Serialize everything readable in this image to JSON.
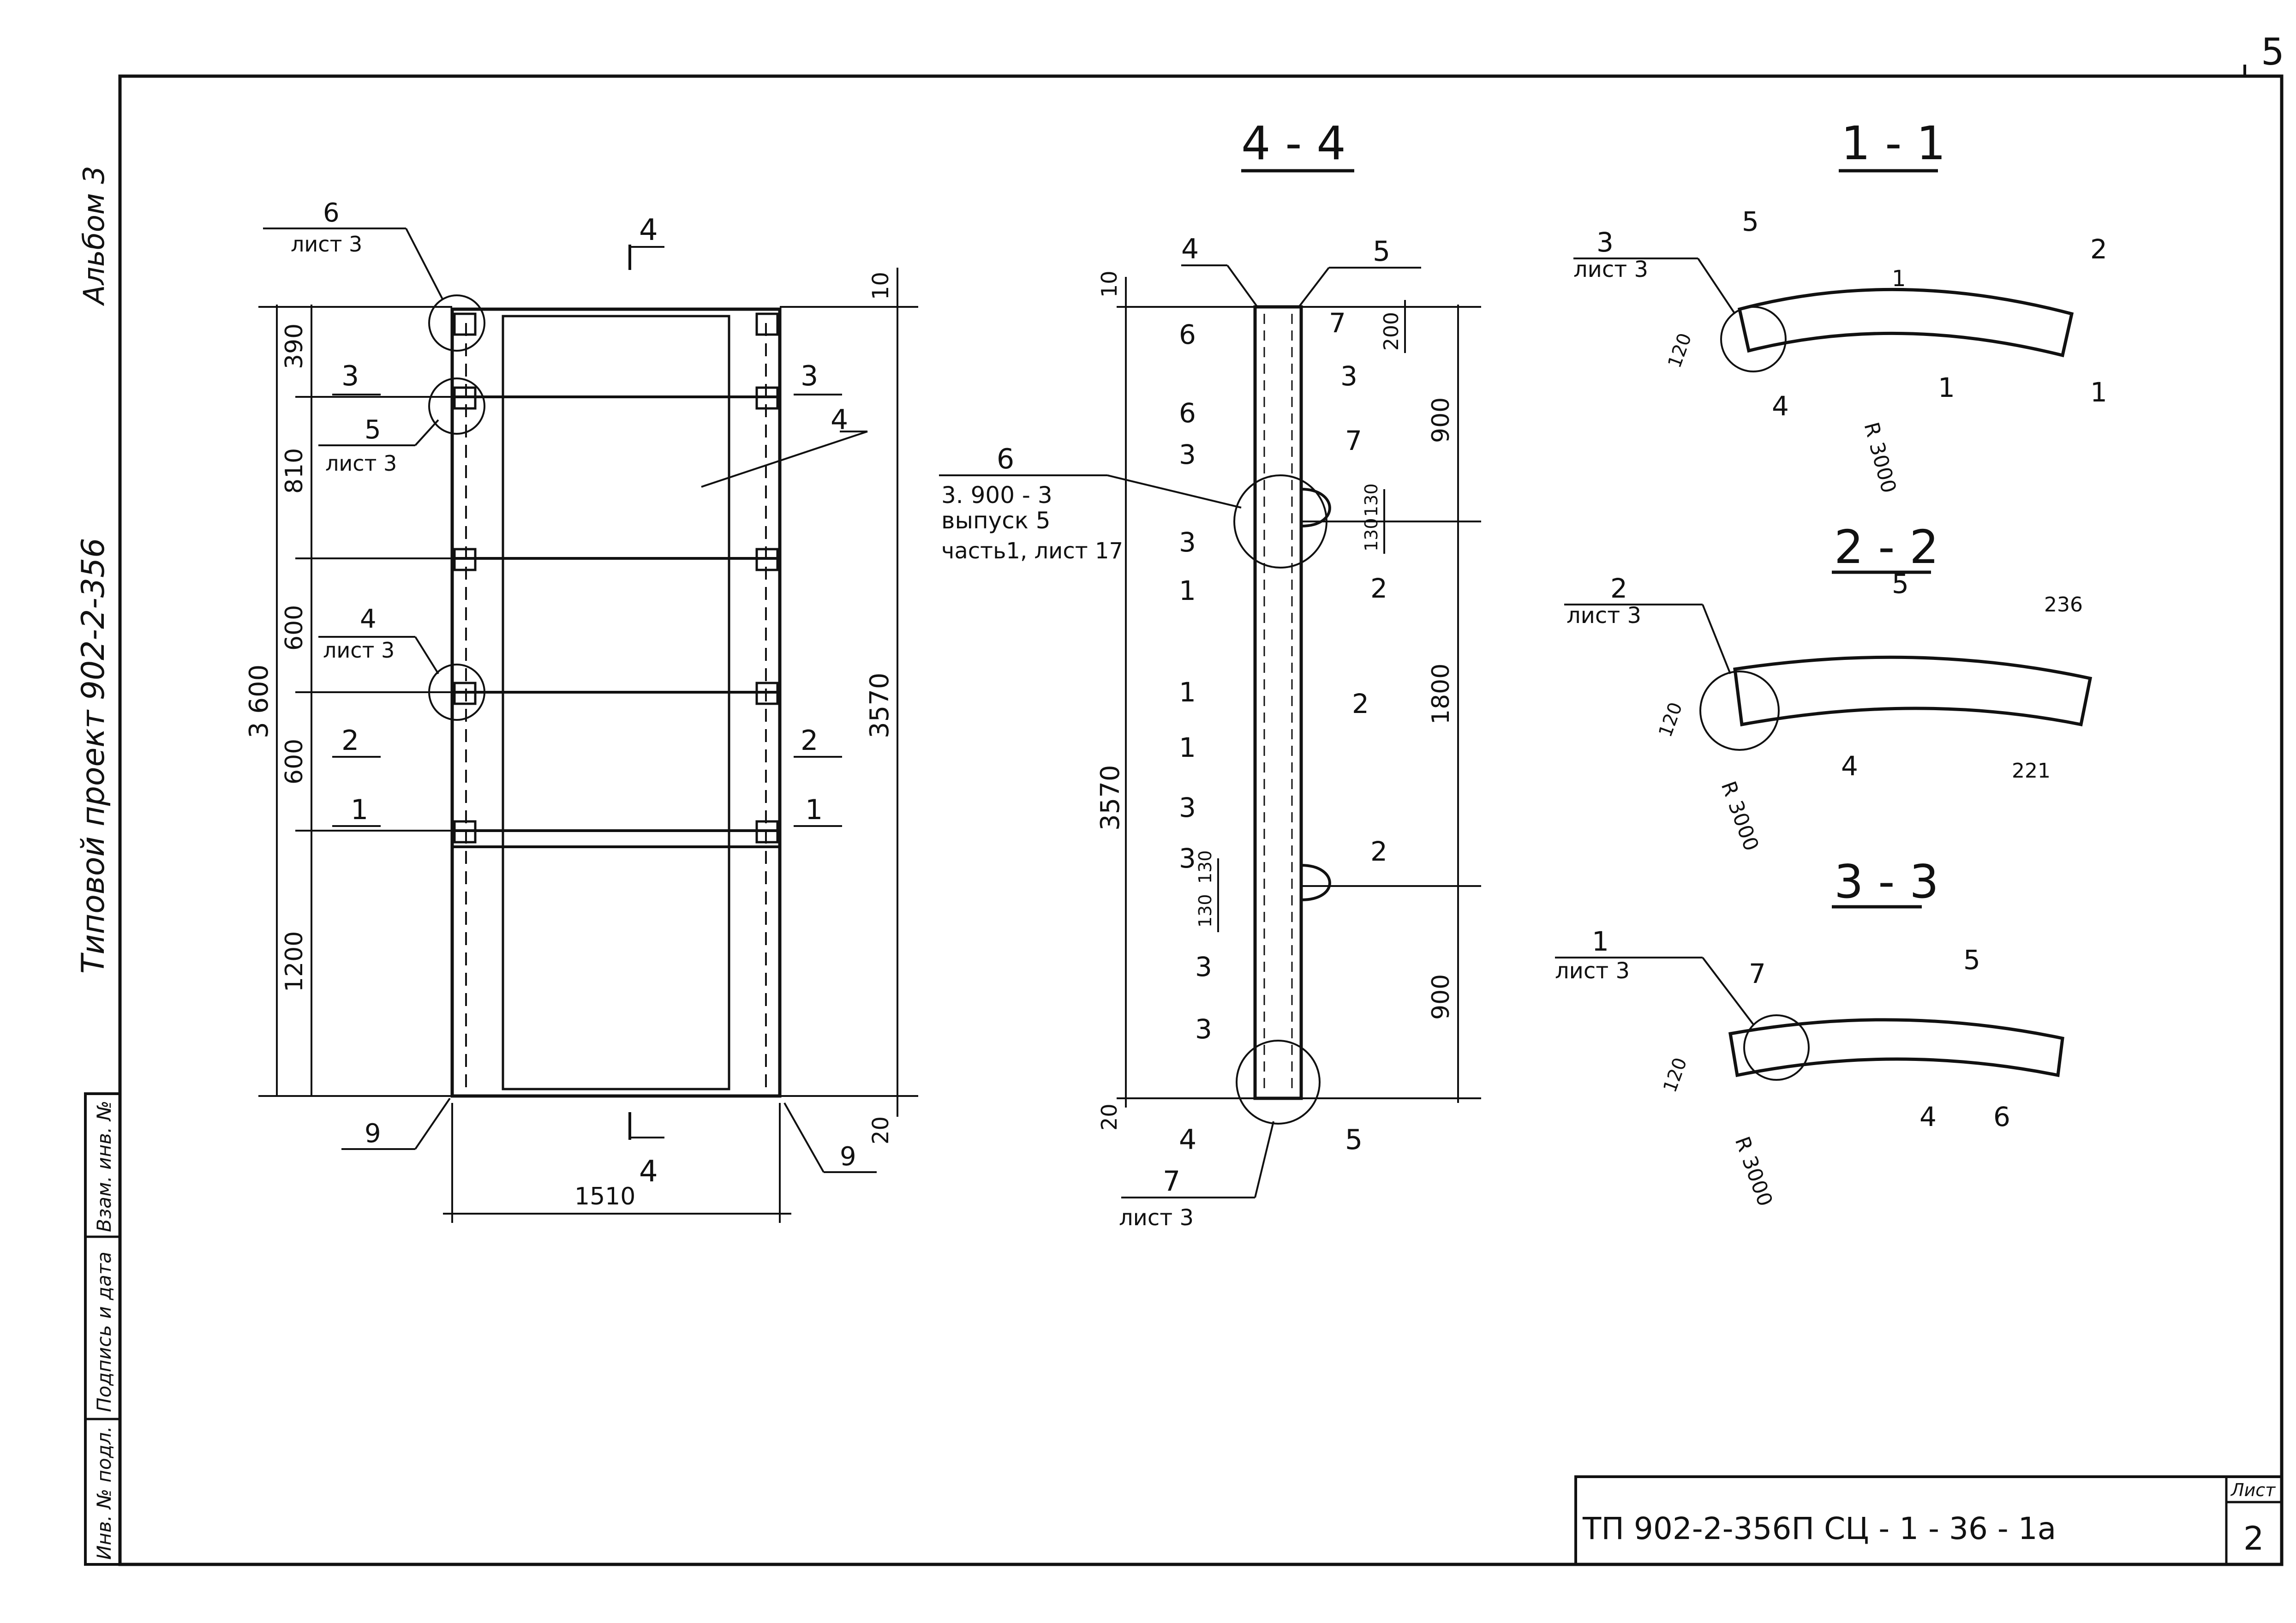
{
  "sheet": {
    "corner_page": "5",
    "side_album": "Альбом 3",
    "side_project": "Типовой проект 902-2-356",
    "stamp_code": "ТП 902-2-356П СЦ - 1 - 36 - 1а",
    "stamp_list_label": "Лист",
    "stamp_list_number": "2",
    "side_cells": [
      "Инв. № подл.",
      "Подпись и дата",
      "Взам. инв. №"
    ]
  },
  "elevation": {
    "callout_6": "6",
    "callout_6_sheet": "лист 3",
    "callout_5": "5",
    "callout_5_sheet": "лист 3",
    "callout_4": "4",
    "callout_4_sheet": "лист 3",
    "section_cut_top": "4",
    "section_cut_bottom": "4",
    "cut_3_left": "3",
    "cut_3_right": "3",
    "cut_2_left": "2",
    "cut_2_right": "2",
    "cut_1_left": "1",
    "cut_1_right": "1",
    "pos_4": "4",
    "pos_9_left": "9",
    "pos_9_right": "9",
    "dims_left": [
      "390",
      "810",
      "600",
      "600",
      "1200"
    ],
    "dim_overall_left": "3 600",
    "dim_overall_right": "3570",
    "dim_top_right": "10",
    "dim_bottom_right": "20",
    "dim_width": "1510"
  },
  "section_4_4": {
    "title": "4 - 4",
    "labels_top": [
      "4",
      "5"
    ],
    "dim_top": "10",
    "dim_bottom": "20",
    "dim_200": "200",
    "dim_900_top": "900",
    "dim_1800": "1800",
    "dim_900_bottom": "900",
    "dim_3570": "3570",
    "dim_130_a": "130",
    "dim_130_b": "130",
    "dim_130_c": "130",
    "dim_130_d": "130",
    "ref_6": "6",
    "ref_6_doc": "3. 900 - 3",
    "ref_6_issue": "выпуск 5",
    "ref_6_part": "часть1, лист 17",
    "pos_6a": "6",
    "pos_6b": "6",
    "pos_7a": "7",
    "pos_7b": "7",
    "pos_3_list": [
      "3",
      "3",
      "3",
      "3",
      "3",
      "3"
    ],
    "pos_3_right": "3",
    "pos_1_list": [
      "1",
      "1",
      "1"
    ],
    "pos_2_list": [
      "2",
      "2",
      "2"
    ],
    "bottom_4": "4",
    "bottom_5": "5",
    "bottom_7": "7",
    "bottom_7_sheet": "лист 3"
  },
  "section_1_1": {
    "title": "1 - 1",
    "callout": "3",
    "callout_sheet": "лист 3",
    "pos_5": "5",
    "pos_2": "2",
    "pos_1_top": "1",
    "pos_1_a": "1",
    "pos_1_b": "1",
    "pos_4": "4",
    "dim_thick": "120",
    "radius": "R 3000"
  },
  "section_2_2": {
    "title": "2 - 2",
    "callout": "2",
    "callout_sheet": "лист 3",
    "pos_5": "5",
    "pos_4": "4",
    "dim_236": "236",
    "dim_221": "221",
    "dim_thick": "120",
    "radius": "R 3000"
  },
  "section_3_3": {
    "title": "3 - 3",
    "callout": "1",
    "callout_sheet": "лист 3",
    "pos_7": "7",
    "pos_5": "5",
    "pos_4": "4",
    "pos_6": "6",
    "dim_thick": "120",
    "radius": "R 3000"
  }
}
